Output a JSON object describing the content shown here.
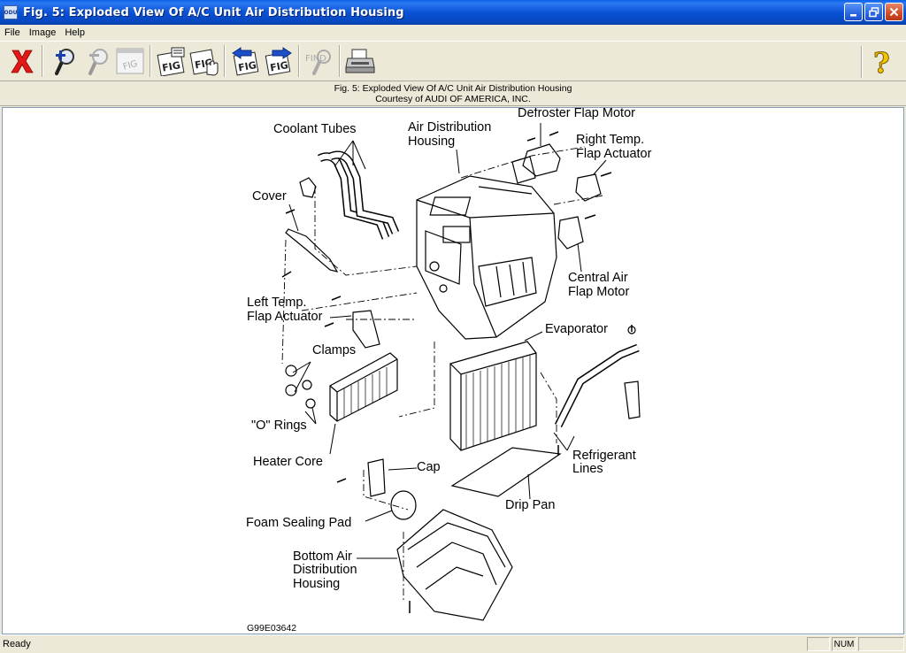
{
  "window": {
    "title": "Fig. 5: Exploded View Of A/C Unit Air Distribution Housing",
    "app_icon_text": "ODU",
    "minimize_icon": "minimize-icon",
    "restore_icon": "restore-icon",
    "close_icon": "close-icon"
  },
  "menu": {
    "file": "File",
    "image": "Image",
    "help": "Help"
  },
  "toolbar": {
    "buttons": [
      {
        "name": "exit",
        "icon": "red-x-icon"
      },
      {
        "name": "zoom-in",
        "icon": "zoom-in-icon"
      },
      {
        "name": "zoom-out",
        "icon": "zoom-out-icon"
      },
      {
        "name": "fit",
        "icon": "fig-fit-icon"
      },
      {
        "name": "fig-select",
        "icon": "fig-icon"
      },
      {
        "name": "fig-hand",
        "icon": "fig-hand-icon"
      },
      {
        "name": "prev-fig",
        "icon": "prev-fig-icon"
      },
      {
        "name": "next-fig",
        "icon": "next-fig-icon"
      },
      {
        "name": "find",
        "icon": "find-icon",
        "label": "FIND"
      },
      {
        "name": "print",
        "icon": "printer-icon"
      },
      {
        "name": "help",
        "icon": "help-question-icon"
      }
    ],
    "fig_text": "FIG"
  },
  "caption": {
    "line1": "Fig. 5: Exploded View Of A/C Unit Air Distribution Housing",
    "line2": "Courtesy of AUDI OF AMERICA, INC."
  },
  "diagram": {
    "labels": {
      "coolant_tubes": "Coolant Tubes",
      "air_distribution_housing_1": "Air Distribution",
      "air_distribution_housing_2": "Housing",
      "defroster_flap_motor": "Defroster Flap Motor",
      "right_temp_1": "Right Temp.",
      "right_temp_2": "Flap Actuator",
      "cover": "Cover",
      "central_air_1": "Central Air",
      "central_air_2": "Flap Motor",
      "left_temp_1": "Left Temp.",
      "left_temp_2": "Flap Actuator",
      "evaporator": "Evaporator",
      "clamps": "Clamps",
      "o_rings": "\"O\" Rings",
      "refrigerant_1": "Refrigerant",
      "refrigerant_2": "Lines",
      "heater_core": "Heater Core",
      "cap": "Cap",
      "drip_pan": "Drip Pan",
      "foam_sealing_pad": "Foam Sealing Pad",
      "bottom_1": "Bottom Air",
      "bottom_2": "Distribution",
      "bottom_3": "Housing"
    },
    "figure_code": "G99E03642"
  },
  "status": {
    "text": "Ready",
    "num": "NUM"
  }
}
